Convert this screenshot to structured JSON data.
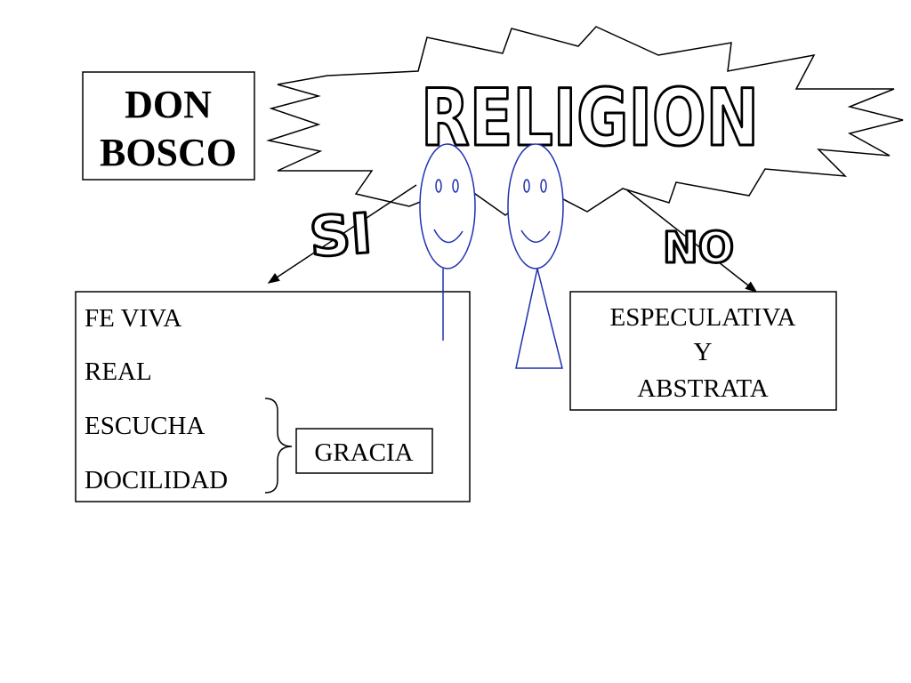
{
  "title_box": {
    "line1": "DON",
    "line2": "BOSCO"
  },
  "burst": {
    "text": "RELIGION"
  },
  "branches": {
    "yes": "SI",
    "no": "NO"
  },
  "left_box": {
    "items": [
      "FE VIVA",
      "REAL",
      "ESCUCHA",
      "DOCILIDAD"
    ],
    "brace_label": "GRACIA"
  },
  "right_box": {
    "line1": "ESPECULATIVA",
    "line2": "Y",
    "line3": "ABSTRATA"
  },
  "colors": {
    "figure_stroke": "#1f2fb0",
    "line": "#000000",
    "text": "#000000"
  }
}
